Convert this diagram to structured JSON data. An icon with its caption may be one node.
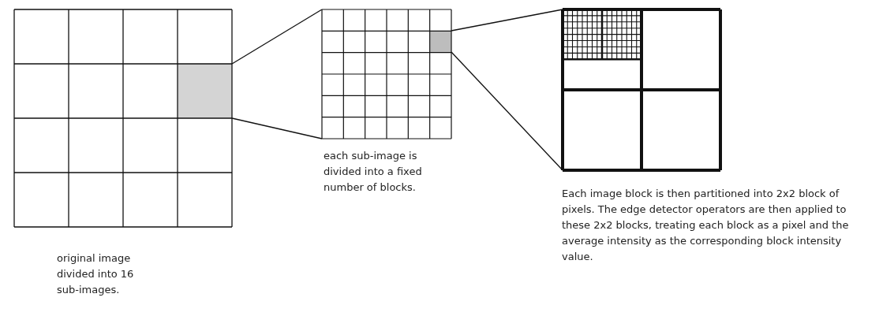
{
  "diagram": {
    "nodes": [
      {
        "text": [],
        "shape": "box",
        "beside": [
          "original image divided into 16 sub-images."
        ]
      },
      {
        "text": [],
        "shape": "box",
        "in": 0
      },
      {
        "text": [],
        "shape": "box",
        "beside": [
          "each sub-image is divided into a fixed number of blocks."
        ]
      },
      {
        "text": [],
        "shape": "box",
        "in": 2
      },
      {
        "text": [],
        "shape": "box",
        "beside": [
          "Each image block is then partitioned into 2x2 block of pixels. The edge detector operators are then applied to these 2x2 blocks, treating each block as a pixel and the average intensity as the corresponding block intensity value."
        ]
      }
    ],
    "edges": [
      {
        "from": 1,
        "to": 2,
        "arrow": "none"
      },
      {
        "from": 1,
        "to": 2,
        "arrow": "none"
      },
      {
        "from": 3,
        "to": 4,
        "arrow": "none"
      },
      {
        "from": 3,
        "to": 4,
        "arrow": "none"
      }
    ]
  }
}
